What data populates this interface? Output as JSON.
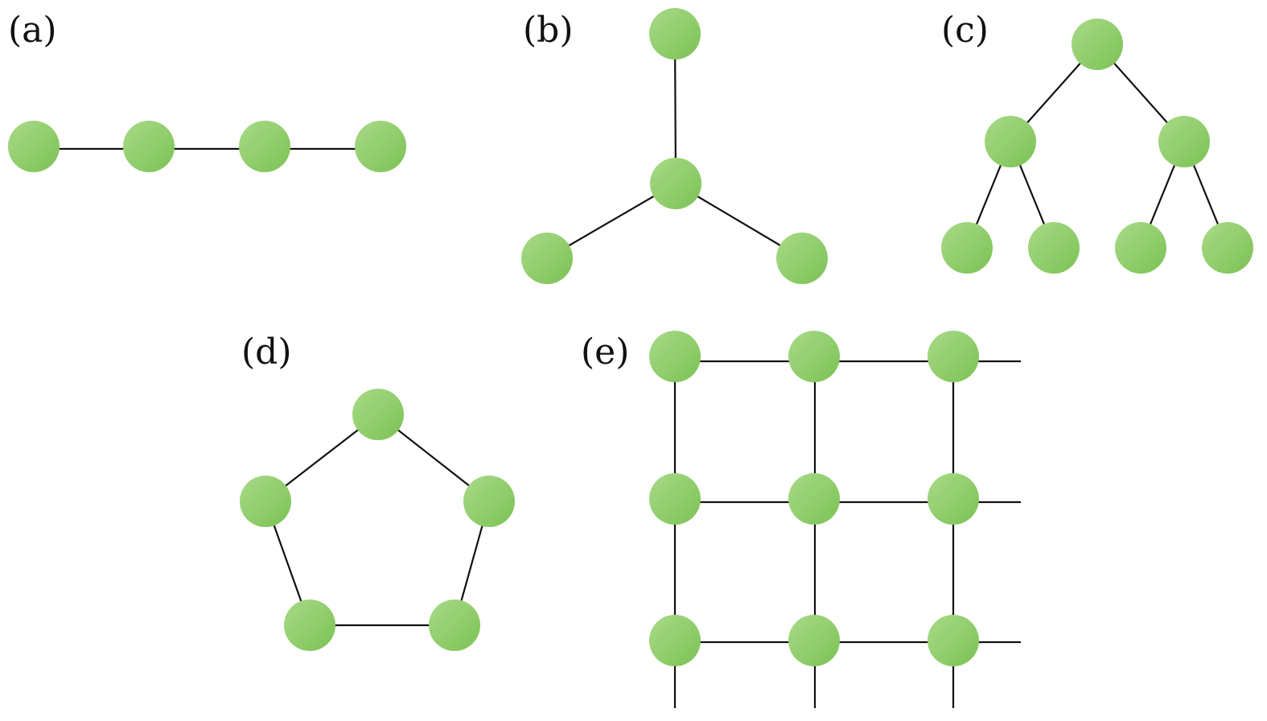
{
  "diagram": {
    "node_color": "#93cf6e",
    "node_color_light": "#a8da88",
    "node_color_dark": "#7cc254",
    "edge_color": "#111111",
    "panels": [
      {
        "id": "a",
        "label": "(a)",
        "structure": "path",
        "nodes": 4
      },
      {
        "id": "b",
        "label": "(b)",
        "structure": "star",
        "nodes": 4
      },
      {
        "id": "c",
        "label": "(c)",
        "structure": "binary-tree",
        "nodes": 7
      },
      {
        "id": "d",
        "label": "(d)",
        "structure": "cycle",
        "nodes": 5
      },
      {
        "id": "e",
        "label": "(e)",
        "structure": "grid",
        "nodes": 9
      }
    ]
  }
}
